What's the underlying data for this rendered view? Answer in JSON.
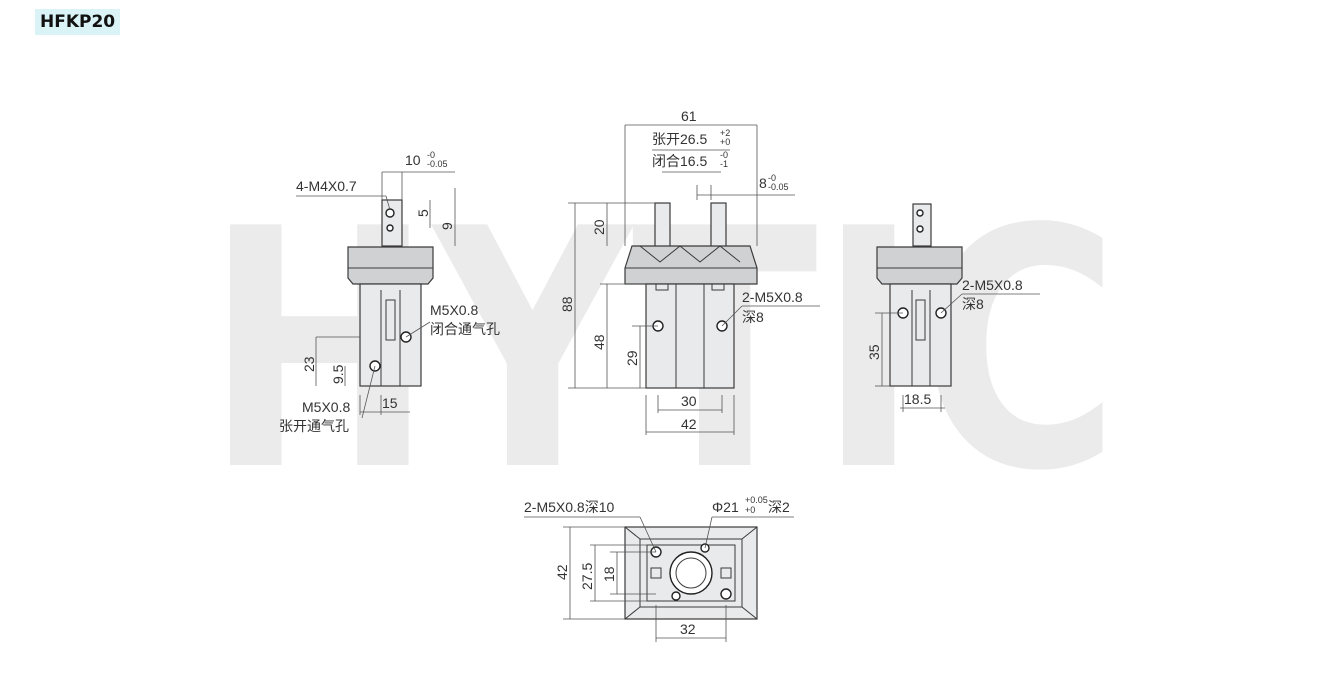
{
  "header": {
    "model": "HFKP20"
  },
  "watermark": "HYTIC",
  "colors": {
    "tag_bg": "#d9f3f6",
    "watermark": "#ebebeb",
    "part_fill": "#e9eaeb",
    "line": "#3b3b3b"
  },
  "side_view": {
    "thread_top": "4-M4X0.7",
    "jaw_width": "10",
    "jaw_width_tol_top": "-0",
    "jaw_width_tol_bottom": "-0.05",
    "dim_5": "5",
    "dim_9": "9",
    "port_close": "M5X0.8",
    "port_close_desc": "闭合通气孔",
    "dim_23": "23",
    "dim_9_5": "9.5",
    "port_open": "M5X0.8",
    "port_open_desc": "张开通气孔",
    "dim_15": "15"
  },
  "front_view": {
    "dim_61": "61",
    "open_label": "张开26.5",
    "open_tol_top": "+2",
    "open_tol_bottom": "+0",
    "close_label": "闭合16.5",
    "close_tol_top": "-0",
    "close_tol_bottom": "-1",
    "jaw_thickness": "8",
    "jaw_tol_top": "-0",
    "jaw_tol_bottom": "-0.05",
    "dim_20": "20",
    "dim_88": "88",
    "dim_48": "48",
    "dim_29": "29",
    "tap": "2-M5X0.8",
    "tap_depth": "深8",
    "dim_30": "30",
    "dim_42": "42"
  },
  "right_view": {
    "tap": "2-M5X0.8",
    "tap_depth": "深8",
    "dim_35": "35",
    "dim_18_5": "18.5"
  },
  "bottom_view": {
    "tap": "2-M5X0.8深10",
    "bore": "Φ21",
    "bore_tol_top": "+0.05",
    "bore_tol_bottom": "+0",
    "bore_depth": "深2",
    "dim_42": "42",
    "dim_27_5": "27.5",
    "dim_18": "18",
    "dim_32": "32"
  }
}
